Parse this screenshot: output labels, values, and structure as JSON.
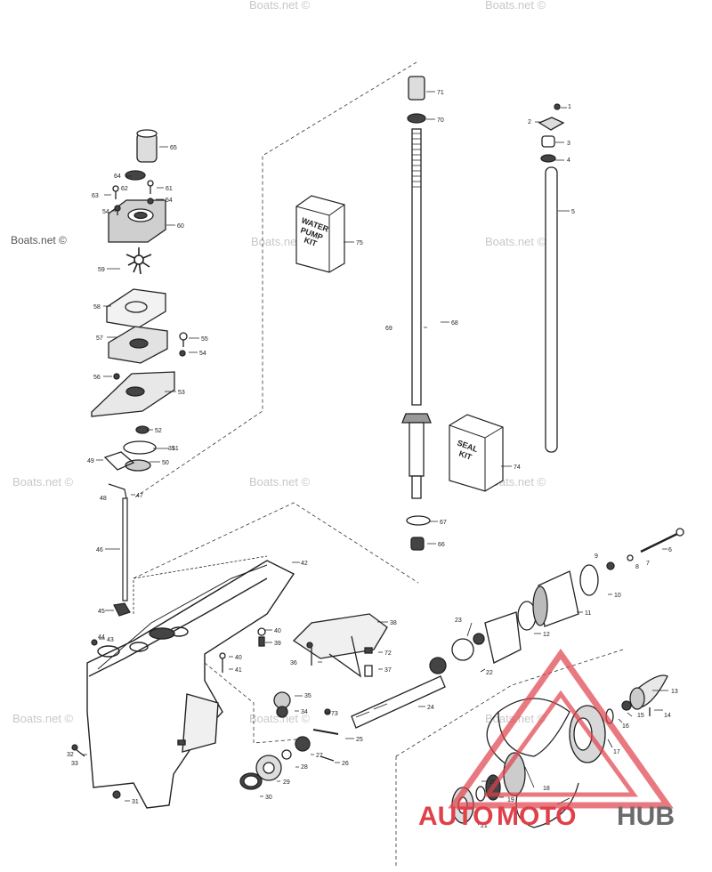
{
  "kits": {
    "water_pump": [
      "WATER",
      "PUMP",
      "KIT"
    ],
    "seal": [
      "SEAL",
      "KIT"
    ]
  },
  "watermark": {
    "text": "Boats.net ©"
  },
  "brand": {
    "part1": "AUTO",
    "part2": "MOTO",
    "part3": "HUB",
    "color_red": "#e0404a",
    "color_gray": "#6b6b6b"
  },
  "callouts": [
    {
      "id": "c1",
      "text": "1"
    },
    {
      "id": "c2",
      "text": "2"
    },
    {
      "id": "c3",
      "text": "3"
    },
    {
      "id": "c4",
      "text": "4"
    },
    {
      "id": "c5",
      "text": "5"
    },
    {
      "id": "c6",
      "text": "6"
    },
    {
      "id": "c7",
      "text": "7"
    },
    {
      "id": "c8",
      "text": "8"
    },
    {
      "id": "c9",
      "text": "9"
    },
    {
      "id": "c10",
      "text": "10"
    },
    {
      "id": "c11",
      "text": "11"
    },
    {
      "id": "c12",
      "text": "12"
    },
    {
      "id": "c13",
      "text": "13"
    },
    {
      "id": "c14",
      "text": "14"
    },
    {
      "id": "c15",
      "text": "15"
    },
    {
      "id": "c16",
      "text": "16"
    },
    {
      "id": "c17",
      "text": "17"
    },
    {
      "id": "c18",
      "text": "18"
    },
    {
      "id": "c19",
      "text": "19"
    },
    {
      "id": "c20",
      "text": "20"
    },
    {
      "id": "c21",
      "text": "21"
    },
    {
      "id": "c22",
      "text": "22"
    },
    {
      "id": "c23",
      "text": "23"
    },
    {
      "id": "c24",
      "text": "24"
    },
    {
      "id": "c25",
      "text": "25"
    },
    {
      "id": "c26",
      "text": "26"
    },
    {
      "id": "c27",
      "text": "27"
    },
    {
      "id": "c28",
      "text": "28"
    },
    {
      "id": "c29",
      "text": "29"
    },
    {
      "id": "c30",
      "text": "30"
    },
    {
      "id": "c31",
      "text": "31"
    },
    {
      "id": "c31b",
      "text": "31"
    },
    {
      "id": "c32",
      "text": "32"
    },
    {
      "id": "c33",
      "text": "33"
    },
    {
      "id": "c34",
      "text": "34"
    },
    {
      "id": "c35",
      "text": "35"
    },
    {
      "id": "c36",
      "text": "36"
    },
    {
      "id": "c37",
      "text": "37"
    },
    {
      "id": "c38",
      "text": "38"
    },
    {
      "id": "c39",
      "text": "39"
    },
    {
      "id": "c40",
      "text": "40"
    },
    {
      "id": "c40b",
      "text": "40"
    },
    {
      "id": "c41",
      "text": "41"
    },
    {
      "id": "c42",
      "text": "42"
    },
    {
      "id": "c43",
      "text": "43"
    },
    {
      "id": "c44",
      "text": "44"
    },
    {
      "id": "c45",
      "text": "45"
    },
    {
      "id": "c46",
      "text": "46"
    },
    {
      "id": "c47",
      "text": "47"
    },
    {
      "id": "c48",
      "text": "48"
    },
    {
      "id": "c49",
      "text": "49"
    },
    {
      "id": "c50",
      "text": "50"
    },
    {
      "id": "c51",
      "text": "51"
    },
    {
      "id": "c52",
      "text": "52"
    },
    {
      "id": "c53",
      "text": "53"
    },
    {
      "id": "c54",
      "text": "54"
    },
    {
      "id": "c54b",
      "text": "54"
    },
    {
      "id": "c54c",
      "text": "54"
    },
    {
      "id": "c55",
      "text": "55"
    },
    {
      "id": "c56",
      "text": "56"
    },
    {
      "id": "c57",
      "text": "57"
    },
    {
      "id": "c58",
      "text": "58"
    },
    {
      "id": "c59",
      "text": "59"
    },
    {
      "id": "c60",
      "text": "60"
    },
    {
      "id": "c61",
      "text": "61"
    },
    {
      "id": "c62",
      "text": "62"
    },
    {
      "id": "c63",
      "text": "63"
    },
    {
      "id": "c64",
      "text": "64"
    },
    {
      "id": "c65",
      "text": "65"
    },
    {
      "id": "c66",
      "text": "66"
    },
    {
      "id": "c67",
      "text": "67"
    },
    {
      "id": "c68",
      "text": "68"
    },
    {
      "id": "c69",
      "text": "69"
    },
    {
      "id": "c70",
      "text": "70"
    },
    {
      "id": "c71",
      "text": "71"
    },
    {
      "id": "c72",
      "text": "72"
    },
    {
      "id": "c73",
      "text": "73"
    },
    {
      "id": "c74",
      "text": "74"
    },
    {
      "id": "c75",
      "text": "75"
    }
  ]
}
